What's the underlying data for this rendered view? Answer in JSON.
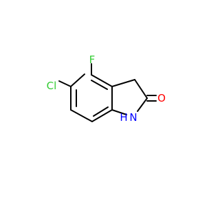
{
  "molecule": {
    "atoms": {
      "chlorine": {
        "symbol": "Cl",
        "color": "#33cc33"
      },
      "fluorine": {
        "symbol": "F",
        "color": "#33cc33"
      },
      "oxygen": {
        "symbol": "O",
        "color": "#ff0000"
      },
      "nitrogen": {
        "symbol": "N",
        "color": "#0000ff"
      },
      "nh_hydrogen": {
        "symbol": "H",
        "color": "#0000ff"
      }
    },
    "bond_color": "#000000"
  }
}
